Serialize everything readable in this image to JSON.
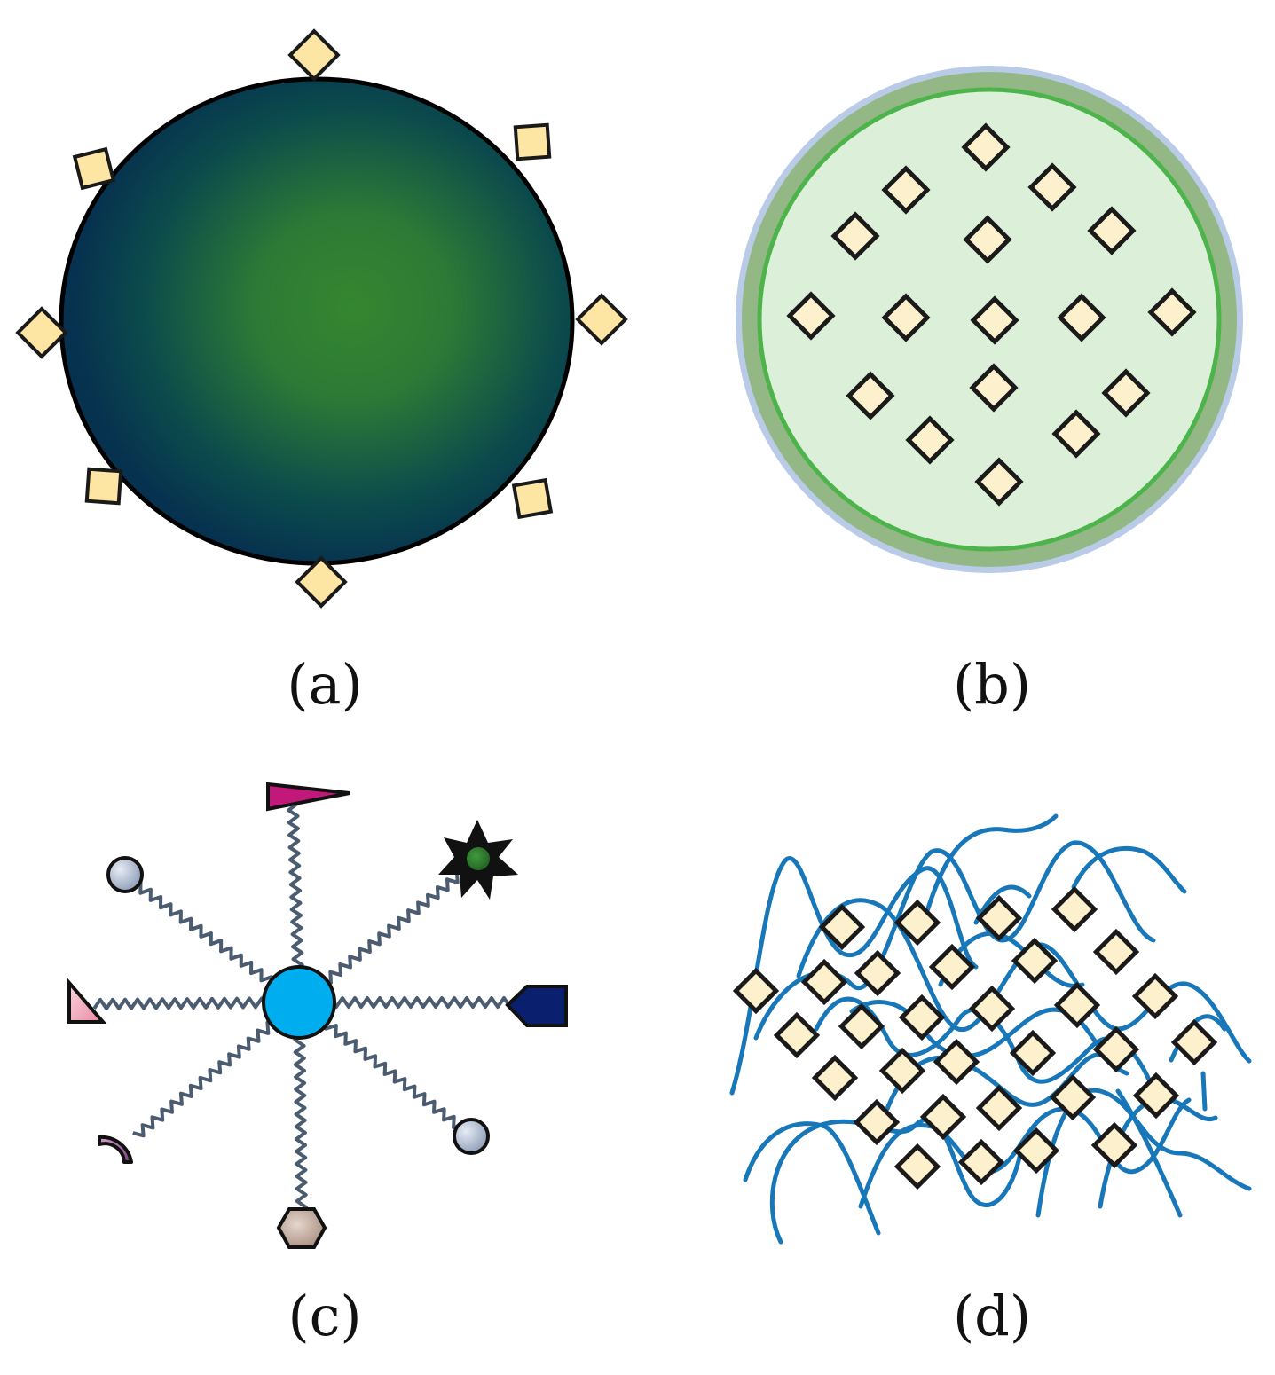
{
  "panels": [
    {
      "id": "a",
      "label": "(a)"
    },
    {
      "id": "b",
      "label": "(b)"
    },
    {
      "id": "c",
      "label": "(c)"
    },
    {
      "id": "d",
      "label": "(d)"
    }
  ],
  "colors": {
    "core_center": "#35862f",
    "core_edge": "#062f52",
    "diamond_fill": "#fde5a3",
    "diamond_fill_light": "#fdf0cd",
    "shell_outer": "#b9cbe6",
    "shell_band": "#93b785",
    "shell_ring": "#4cb44a",
    "shell_inner": "#dcefd8",
    "hub": "#00aeef",
    "spoke": "#4b5b70",
    "chain": "#1777b8"
  },
  "icons": {
    "panel_c_ends": [
      "flag-icon",
      "star-icon",
      "pentagon-tag-icon",
      "sphere-icon",
      "hexagon-icon",
      "crescent-icon",
      "triangle-icon",
      "sphere-icon"
    ]
  }
}
